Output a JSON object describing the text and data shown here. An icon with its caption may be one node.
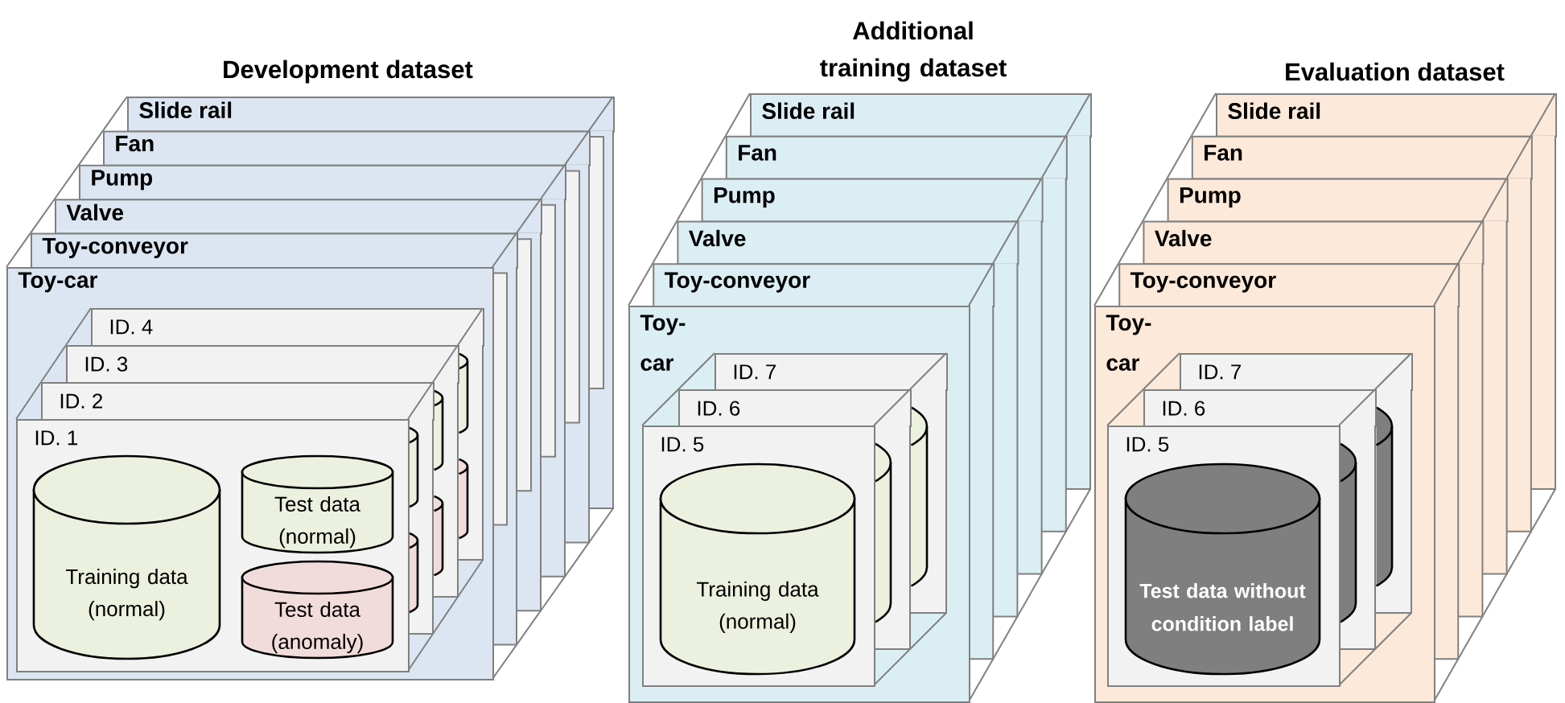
{
  "diagram": {
    "nodes": [
      {
        "text": [
          "Slide rail"
        ]
      },
      {
        "text": [
          "Fan"
        ]
      },
      {
        "text": [
          "Pump"
        ]
      },
      {
        "text": [
          "Valve"
        ]
      },
      {
        "text": [
          "Toy-conveyor"
        ]
      },
      {
        "text": [
          "Toy-car"
        ]
      },
      {
        "text": [
          "ID. 4"
        ],
        "in": 5
      },
      {
        "text": [],
        "shape": "cylinder",
        "in": 5
      },
      {
        "text": [],
        "shape": "cylinder",
        "in": 5
      },
      {
        "text": [
          "ID. 3"
        ],
        "in": 5
      },
      {
        "text": [],
        "shape": "cylinder",
        "in": 5
      },
      {
        "text": [],
        "shape": "cylinder",
        "in": 5
      },
      {
        "text": [
          "ID. 2"
        ],
        "in": 5
      },
      {
        "text": [],
        "shape": "cylinder",
        "in": 5
      },
      {
        "text": [],
        "shape": "cylinder",
        "in": 5
      },
      {
        "text": [
          "ID. 1"
        ],
        "in": 5
      },
      {
        "text": [
          "Training data (normal)"
        ],
        "in": 15
      },
      {
        "text": [
          "Test data (normal)"
        ],
        "in": 15
      },
      {
        "text": [
          "Test data (anomaly)"
        ],
        "in": 15
      },
      {
        "text": [
          "Slide rail"
        ]
      },
      {
        "text": [
          "Fan"
        ]
      },
      {
        "text": [
          "Pump"
        ]
      },
      {
        "text": [
          "Valve"
        ]
      },
      {
        "text": [
          "Toy-conveyor"
        ]
      },
      {
        "text": [
          "Toy-car"
        ]
      },
      {
        "text": [
          "ID. 7"
        ],
        "in": 24
      },
      {
        "text": [],
        "shape": "cylinder",
        "in": 24
      },
      {
        "text": [
          "ID. 6"
        ],
        "in": 24
      },
      {
        "text": [],
        "shape": "cylinder",
        "in": 24
      },
      {
        "text": [
          "ID. 5"
        ],
        "in": 24
      },
      {
        "text": [
          "Training data (normal)"
        ],
        "in": 29
      },
      {
        "text": [
          "Slide rail"
        ]
      },
      {
        "text": [
          "Fan"
        ]
      },
      {
        "text": [
          "Pump"
        ]
      },
      {
        "text": [
          "Valve"
        ]
      },
      {
        "text": [
          "Toy-conveyor"
        ]
      },
      {
        "text": [
          "Toy-car"
        ]
      },
      {
        "text": [
          "ID. 7"
        ],
        "in": 36
      },
      {
        "text": [],
        "shape": "cylinder",
        "in": 36
      },
      {
        "text": [
          "ID. 6"
        ],
        "in": 36
      },
      {
        "text": [],
        "shape": "cylinder",
        "in": 36
      },
      {
        "text": [
          "ID. 5"
        ],
        "in": 36
      },
      {
        "text": [
          "Test data without condition label"
        ],
        "in": 41
      }
    ],
    "labels": [
      "Development dataset",
      "Additional training dataset",
      "Evaluation dataset"
    ]
  }
}
